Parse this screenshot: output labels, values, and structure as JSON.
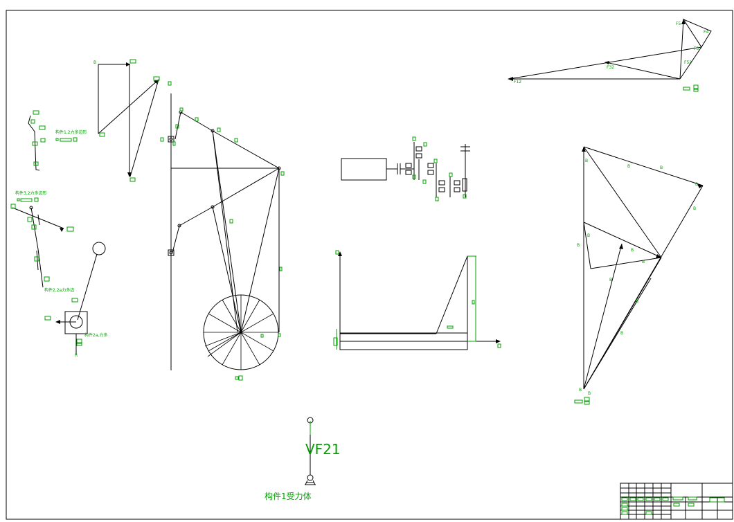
{
  "texts": {
    "mechanism_label_1": "构件1受力体",
    "fbd_symbol": "VF21",
    "member_label_a": "构件1,2力多边形",
    "member_label_b": "构件3,2力多边形",
    "member_label_c": "构件2,2a力多边",
    "member_label_d": "构件2a,力多",
    "force_labels": [
      "F21",
      "F32",
      "F52",
      "F5",
      "F4",
      "F3",
      "F12"
    ]
  },
  "colors": {
    "lines": "#000000",
    "annotation": "#00a000",
    "background": "#ffffff"
  }
}
